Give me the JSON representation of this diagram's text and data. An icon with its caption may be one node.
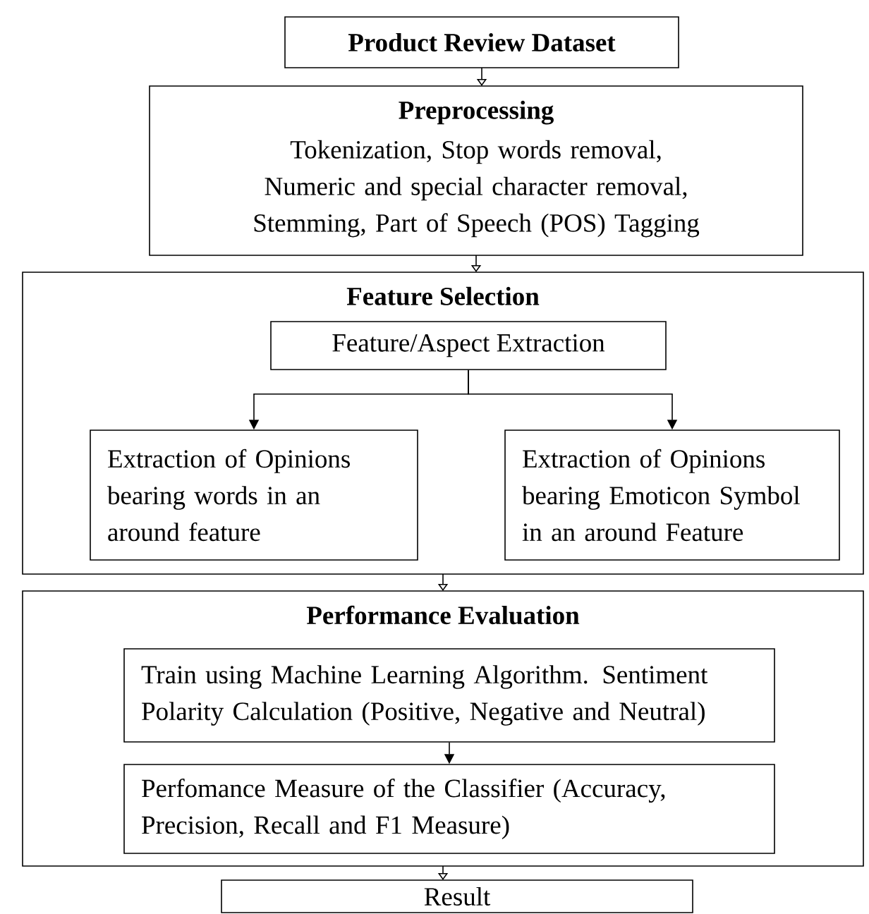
{
  "diagram": {
    "nodes": [
      {
        "text": [
          "Product Review Dataset"
        ]
      },
      {
        "text": [
          "Preprocessing",
          "Tokenization, Stop words removal, Numeric and special character removal, Stemming, Part of Speech (POS) Tagging"
        ]
      },
      {
        "text": [
          "Feature Selection"
        ]
      },
      {
        "text": [
          "Feature/Aspect Extraction"
        ],
        "in": 2
      },
      {
        "text": [
          "Extraction of Opinions bearing words in an around feature"
        ],
        "in": 2
      },
      {
        "text": [
          "Extraction of Opinions bearing Emoticon Symbol in an around Feature"
        ],
        "in": 2
      },
      {
        "text": [
          "Performance Evaluation"
        ]
      },
      {
        "text": [
          "Train using Machine Learning Algorithm. Sentiment Polarity Calculation (Positive, Negative and Neutral)"
        ],
        "in": 6
      },
      {
        "text": [
          "Perfomance Measure of the Classifier (Accuracy, Precision, Recall and F1 Measure)"
        ],
        "in": 6
      },
      {
        "text": [
          "Result"
        ]
      }
    ],
    "edges": [
      {
        "from": 0,
        "to": 1,
        "arrow": "to"
      },
      {
        "from": 1,
        "to": 2,
        "arrow": "to"
      },
      {
        "from": 3,
        "to": 4,
        "arrow": "to"
      },
      {
        "from": 3,
        "to": 5,
        "arrow": "to"
      },
      {
        "from": 2,
        "to": 6,
        "arrow": "to"
      },
      {
        "from": 7,
        "to": 8,
        "arrow": "to"
      },
      {
        "from": 6,
        "to": 9,
        "arrow": "to"
      }
    ]
  }
}
